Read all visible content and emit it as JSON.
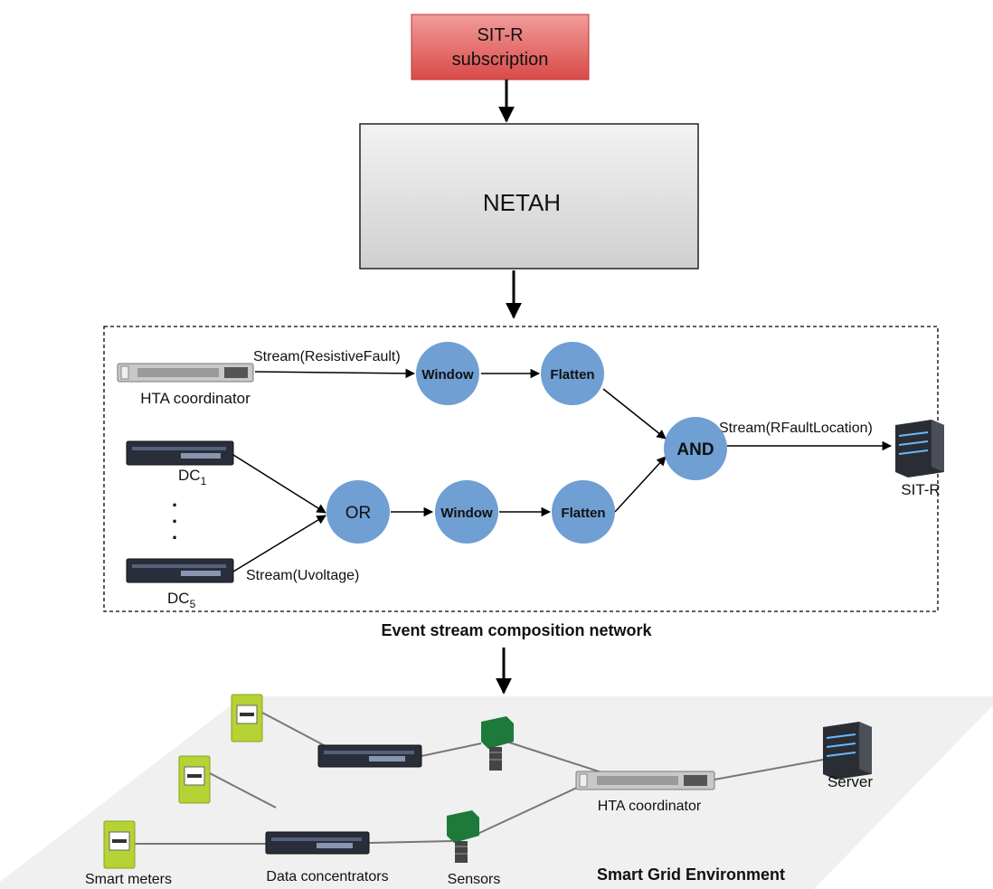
{
  "subscription": {
    "line1": "SIT-R",
    "line2": "subscription"
  },
  "netah": {
    "label": "NETAH"
  },
  "composition": {
    "caption": "Event stream composition network",
    "hta_label": "HTA coordinator",
    "dc1_label": "DC",
    "dc1_sub": "1",
    "dc5_label": "DC",
    "dc5_sub": "5",
    "dots": ".",
    "stream_resistive": "Stream(ResistiveFault)",
    "stream_uvoltage": "Stream(Uvoltage)",
    "stream_rfault": "Stream(RFaultLocation)",
    "window": "Window",
    "flatten": "Flatten",
    "or": "OR",
    "and": "AND",
    "sitr_label": "SIT-R"
  },
  "environment": {
    "title": "Smart Grid Environment",
    "smart_meters": "Smart meters",
    "data_concentrators": "Data concentrators",
    "sensors": "Sensors",
    "hta_coordinator": "HTA coordinator",
    "server": "Server"
  },
  "colors": {
    "subscription_fill": "#e0605f",
    "netah_fill": "#e3e3e3",
    "node_fill": "#6f9fd3",
    "meter_fill": "#b5d334",
    "sensor_fill": "#1e7a3a",
    "plane_fill": "#f0f0f0"
  }
}
